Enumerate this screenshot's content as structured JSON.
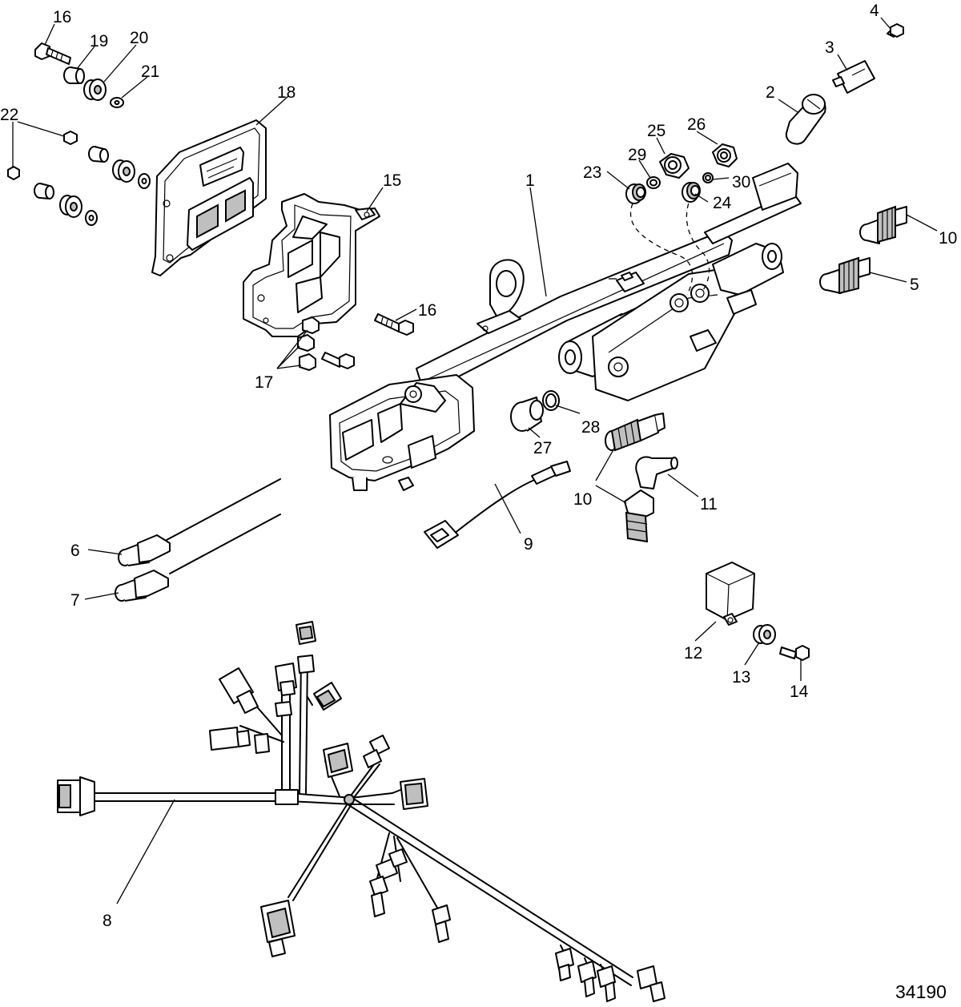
{
  "figure": {
    "number": "34190"
  },
  "callouts": [
    {
      "label": "1"
    },
    {
      "label": "2"
    },
    {
      "label": "3"
    },
    {
      "label": "4"
    },
    {
      "label": "5"
    },
    {
      "label": "6"
    },
    {
      "label": "7"
    },
    {
      "label": "8"
    },
    {
      "label": "9"
    },
    {
      "label": "10"
    },
    {
      "label": "10"
    },
    {
      "label": "11"
    },
    {
      "label": "12"
    },
    {
      "label": "13"
    },
    {
      "label": "14"
    },
    {
      "label": "15"
    },
    {
      "label": "16"
    },
    {
      "label": "16"
    },
    {
      "label": "17"
    },
    {
      "label": "18"
    },
    {
      "label": "19"
    },
    {
      "label": "20"
    },
    {
      "label": "21"
    },
    {
      "label": "22"
    },
    {
      "label": "23"
    },
    {
      "label": "24"
    },
    {
      "label": "25"
    },
    {
      "label": "26"
    },
    {
      "label": "27"
    },
    {
      "label": "28"
    },
    {
      "label": "29"
    },
    {
      "label": "30"
    }
  ]
}
